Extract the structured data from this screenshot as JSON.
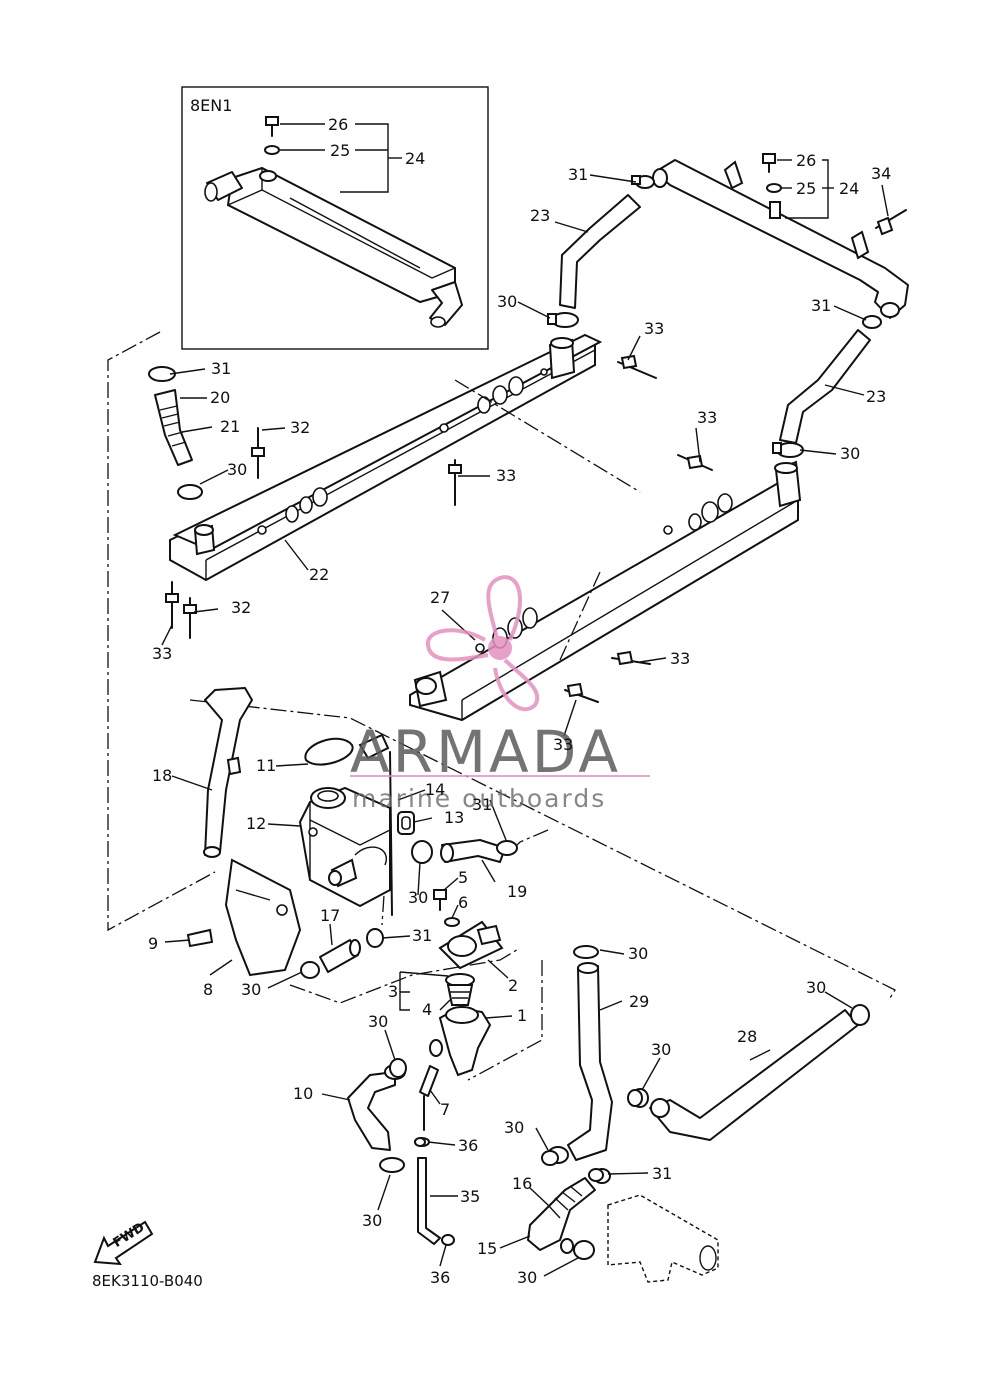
{
  "diagram": {
    "box_title": "8EN1",
    "document_code": "8EK3110-B040",
    "fwd_label": "FWD",
    "watermark": {
      "title": "ARMADA",
      "subtitle": "marine outboards",
      "color": "#e58fbf"
    },
    "callouts": [
      {
        "id": "c26a",
        "text": "26"
      },
      {
        "id": "c25a",
        "text": "25"
      },
      {
        "id": "c24a",
        "text": "24"
      },
      {
        "id": "c31a",
        "text": "31"
      },
      {
        "id": "c26b",
        "text": "26"
      },
      {
        "id": "c25b",
        "text": "25"
      },
      {
        "id": "c24b",
        "text": "24"
      },
      {
        "id": "c34",
        "text": "34"
      },
      {
        "id": "c23a",
        "text": "23"
      },
      {
        "id": "c30a",
        "text": "30"
      },
      {
        "id": "c31b",
        "text": "31"
      },
      {
        "id": "c23b",
        "text": "23"
      },
      {
        "id": "c30b",
        "text": "30"
      },
      {
        "id": "c33a",
        "text": "33"
      },
      {
        "id": "c31c",
        "text": "31"
      },
      {
        "id": "c20",
        "text": "20"
      },
      {
        "id": "c21",
        "text": "21"
      },
      {
        "id": "c32a",
        "text": "32"
      },
      {
        "id": "c30c",
        "text": "30"
      },
      {
        "id": "c33b",
        "text": "33"
      },
      {
        "id": "c33c",
        "text": "33"
      },
      {
        "id": "c22",
        "text": "22"
      },
      {
        "id": "c32b",
        "text": "32"
      },
      {
        "id": "c33d",
        "text": "33"
      },
      {
        "id": "c27",
        "text": "27"
      },
      {
        "id": "c33e",
        "text": "33"
      },
      {
        "id": "c33f",
        "text": "33"
      },
      {
        "id": "c18",
        "text": "18"
      },
      {
        "id": "c11",
        "text": "11"
      },
      {
        "id": "c14",
        "text": "14"
      },
      {
        "id": "c12",
        "text": "12"
      },
      {
        "id": "c13",
        "text": "13"
      },
      {
        "id": "c31d",
        "text": "31"
      },
      {
        "id": "c19",
        "text": "19"
      },
      {
        "id": "c5",
        "text": "5"
      },
      {
        "id": "c30d",
        "text": "30"
      },
      {
        "id": "c6",
        "text": "6"
      },
      {
        "id": "c9",
        "text": "9"
      },
      {
        "id": "c17",
        "text": "17"
      },
      {
        "id": "c31e",
        "text": "31"
      },
      {
        "id": "c8",
        "text": "8"
      },
      {
        "id": "c30e",
        "text": "30"
      },
      {
        "id": "c2",
        "text": "2"
      },
      {
        "id": "c3",
        "text": "3"
      },
      {
        "id": "c4",
        "text": "4"
      },
      {
        "id": "c1",
        "text": "1"
      },
      {
        "id": "c30f",
        "text": "30"
      },
      {
        "id": "c29",
        "text": "29"
      },
      {
        "id": "c30g",
        "text": "30"
      },
      {
        "id": "c28",
        "text": "28"
      },
      {
        "id": "c30h",
        "text": "30"
      },
      {
        "id": "c30i",
        "text": "30"
      },
      {
        "id": "c10",
        "text": "10"
      },
      {
        "id": "c7",
        "text": "7"
      },
      {
        "id": "c36a",
        "text": "36"
      },
      {
        "id": "c30j",
        "text": "30"
      },
      {
        "id": "c31f",
        "text": "31"
      },
      {
        "id": "c16",
        "text": "16"
      },
      {
        "id": "c35",
        "text": "35"
      },
      {
        "id": "c30k",
        "text": "30"
      },
      {
        "id": "c15",
        "text": "15"
      },
      {
        "id": "c30l",
        "text": "30"
      },
      {
        "id": "c36b",
        "text": "36"
      }
    ]
  }
}
